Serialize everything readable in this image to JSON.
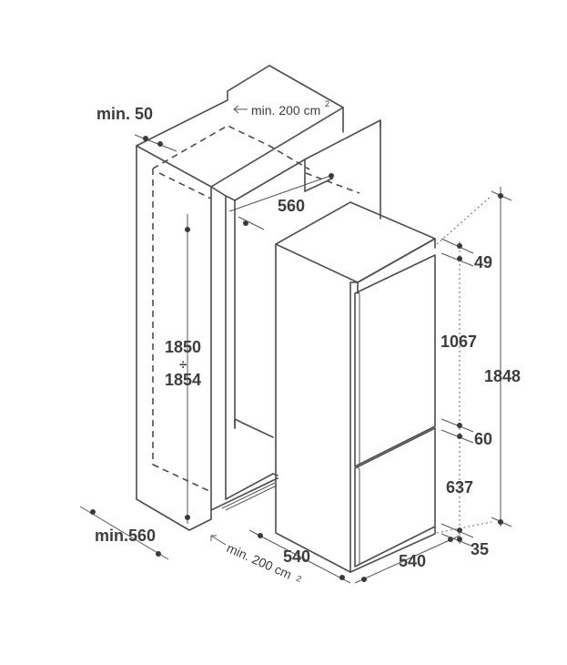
{
  "dimensions": {
    "min_gap_top": "min. 50",
    "vent_top": "min. 200 cm",
    "vent_top_sup": "2",
    "niche_depth": "560",
    "niche_height_top": "1850",
    "niche_height_sep": "÷",
    "niche_height_bottom": "1854",
    "niche_width": "min.560",
    "vent_bottom": "min. 200 cm",
    "vent_bottom_sup": "2",
    "appliance_width": "540",
    "appliance_depth": "540",
    "top_gap": "49",
    "fridge_door": "1067",
    "mid_gap": "60",
    "freezer_door": "637",
    "bottom_gap": "35",
    "total_height": "1848"
  }
}
